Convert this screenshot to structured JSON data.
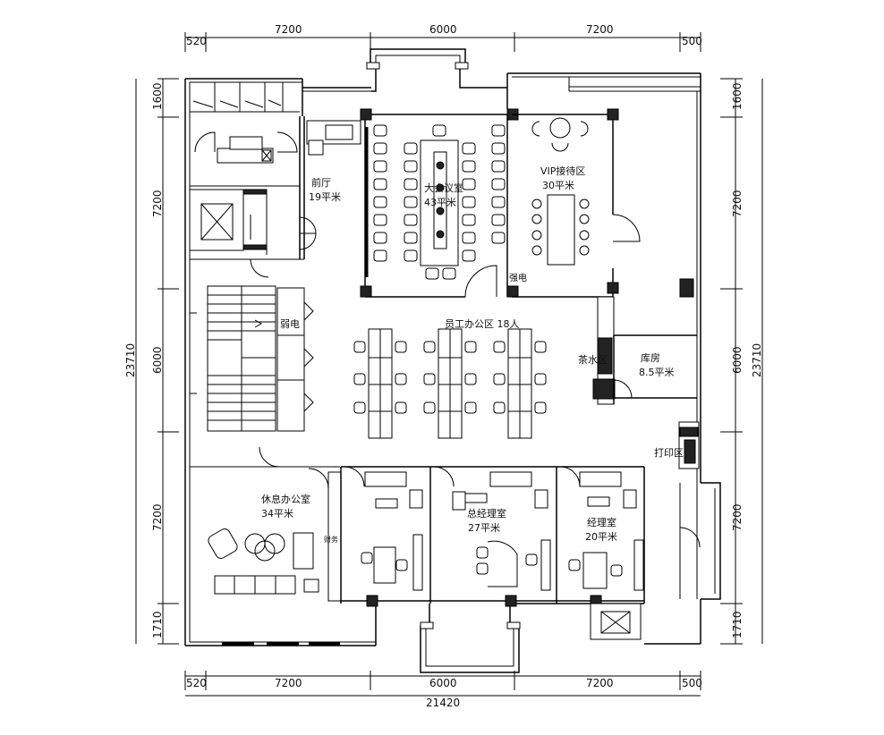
{
  "dimensions": {
    "top": [
      "520",
      "7200",
      "6000",
      "7200",
      "500"
    ],
    "bottom": [
      "520",
      "7200",
      "6000",
      "7200",
      "500"
    ],
    "total_width": "21420",
    "left": [
      "1600",
      "7200",
      "6000",
      "7200",
      "1710"
    ],
    "right": [
      "1600",
      "7200",
      "6000",
      "7200",
      "1710"
    ],
    "total_height": "23710"
  },
  "rooms": {
    "lobby": {
      "name": "前厅",
      "area": "19平米"
    },
    "meeting": {
      "name": "大会议室",
      "area": "43平米"
    },
    "vip": {
      "name": "VIP接待区",
      "area": "30平米"
    },
    "weak_elec": {
      "name": "弱电"
    },
    "strong_elec": {
      "name": "强电"
    },
    "staff": {
      "name": "员工办公区 18人"
    },
    "tea": {
      "name": "茶水区"
    },
    "storage": {
      "name": "库房",
      "area": "8.5平米"
    },
    "print": {
      "name": "打印区"
    },
    "lounge": {
      "name": "休息办公室",
      "area": "34平米"
    },
    "gm": {
      "name": "总经理室",
      "area": "27平米"
    },
    "manager": {
      "name": "经理室",
      "area": "20平米"
    },
    "finance": {
      "name": "财务"
    }
  }
}
